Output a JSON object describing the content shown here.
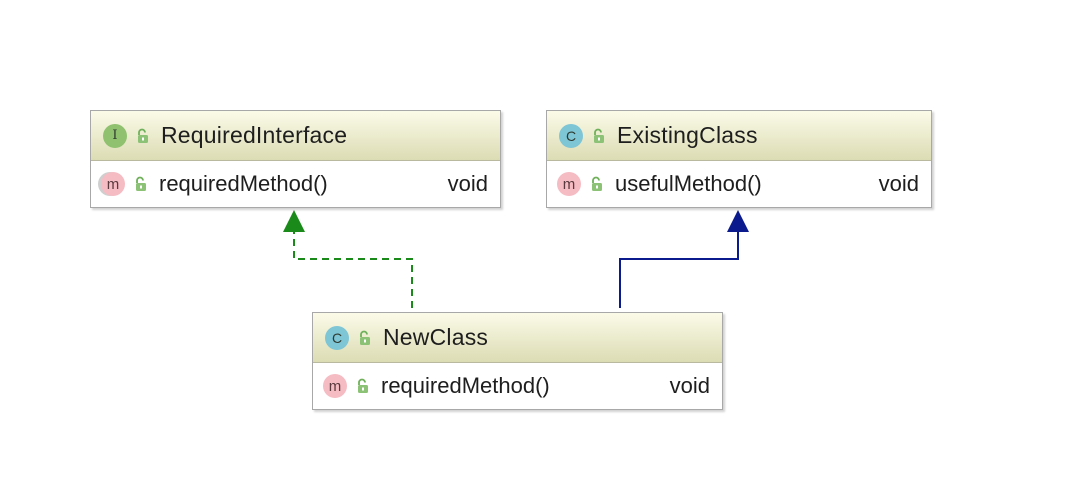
{
  "nodes": {
    "required_interface": {
      "kind_letter": "I",
      "name": "RequiredInterface",
      "methods": [
        {
          "kind_letter": "m",
          "name": "requiredMethod()",
          "type": "void"
        }
      ]
    },
    "existing_class": {
      "kind_letter": "C",
      "name": "ExistingClass",
      "methods": [
        {
          "kind_letter": "m",
          "name": "usefulMethod()",
          "type": "void"
        }
      ]
    },
    "new_class": {
      "kind_letter": "C",
      "name": "NewClass",
      "methods": [
        {
          "kind_letter": "m",
          "name": "requiredMethod()",
          "type": "void"
        }
      ]
    }
  },
  "edges": {
    "realization": {
      "from": "NewClass",
      "to": "RequiredInterface",
      "style": "dashed",
      "color": "#1a8a1a"
    },
    "generalization": {
      "from": "NewClass",
      "to": "ExistingClass",
      "style": "solid",
      "color": "#0b1a8c"
    }
  },
  "colors": {
    "interface_badge": "#8fc16f",
    "class_badge": "#7ec5d6",
    "method_badge": "#f5bcc3",
    "lock_icon": "#6fb05a"
  }
}
